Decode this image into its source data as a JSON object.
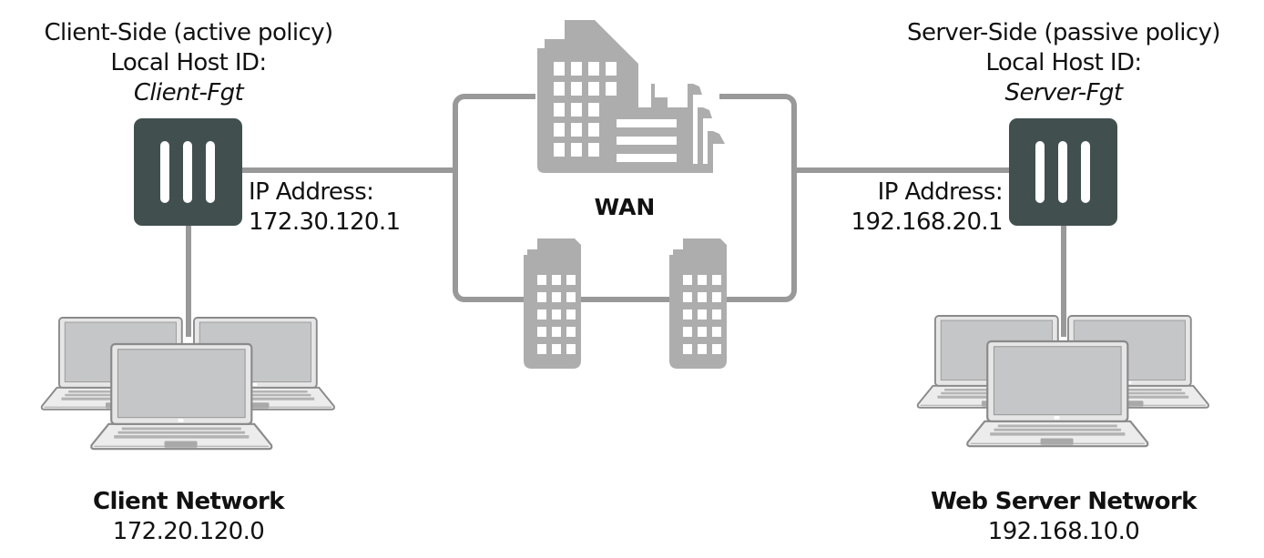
{
  "diagram": {
    "client_side": {
      "title": "Client-Side (active policy)",
      "host_id_label": "Local Host ID:",
      "host_id": "Client-Fgt",
      "ip_label": "IP Address:",
      "ip": "172.30.120.1",
      "network_name": "Client Network",
      "network_addr": "172.20.120.0"
    },
    "server_side": {
      "title": "Server-Side (passive policy)",
      "host_id_label": "Local Host ID:",
      "host_id": "Server-Fgt",
      "ip_label": "IP Address:",
      "ip": "192.168.20.1",
      "network_name": "Web Server Network",
      "network_addr": "192.168.10.0"
    },
    "wan": {
      "label": "WAN"
    },
    "icons": {
      "firewall": "fortigate-firewall-icon",
      "building": "building-icon",
      "laptop": "laptop-icon"
    },
    "colors": {
      "firewall": "#414f4f",
      "line": "#999999",
      "building": "#adadad",
      "laptop_body": "#eeeeee",
      "laptop_outline": "#8a8a8a",
      "laptop_screen": "#c4c6c7"
    }
  }
}
